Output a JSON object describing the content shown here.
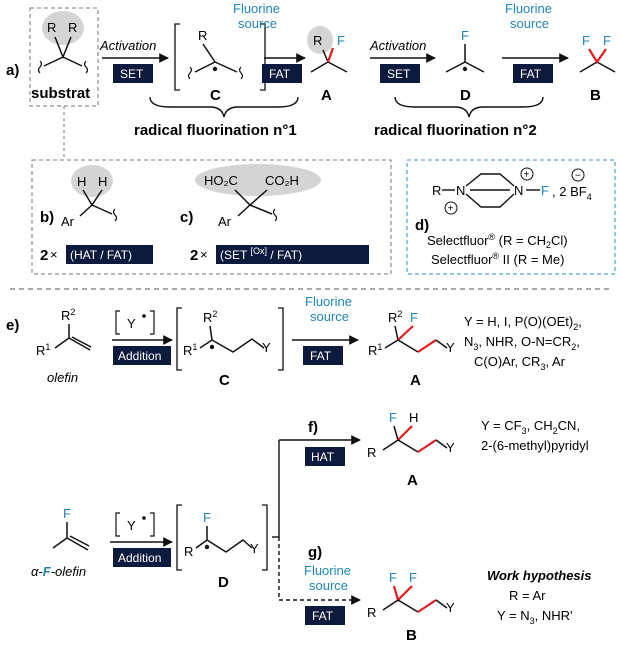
{
  "colors": {
    "fluorine": "#1e86b8",
    "new_bond": "#e8191c",
    "tag_bg": "#0c1a3e",
    "bubble": "#d4d4d4",
    "dashed_box_d": "#2c8fc8",
    "dashed_box": "#777777"
  },
  "panel_a": {
    "label": "a)",
    "substrat": "substrat",
    "step1_over": "Activation",
    "step1_tag": "SET",
    "inter_C": "C",
    "step2_over_1": "Fluorine",
    "step2_over_2": "source",
    "step2_tag": "FAT",
    "product_A": "A",
    "step3_over": "Activation",
    "step3_tag": "SET",
    "inter_D": "D",
    "step4_over_1": "Fluorine",
    "step4_over_2": "source",
    "step4_tag": "FAT",
    "product_B": "B",
    "radical_1": "radical fluorination n°1",
    "radical_2": "radical fluorination n°2"
  },
  "panel_b": {
    "label": "b)",
    "ar": "Ar",
    "h": "H",
    "count": "2",
    "times": " × ",
    "tag": "(HAT / FAT)"
  },
  "panel_c": {
    "label": "c)",
    "ar": "Ar",
    "acid_left": "HO₂C",
    "acid_right": "CO₂H",
    "count": "2",
    "times": " × ",
    "tag_pre": "(SET ",
    "tag_sup": "[Ox]",
    "tag_post": " / FAT)"
  },
  "panel_d": {
    "label": "d)",
    "r": "R",
    "n": "N",
    "f": "F",
    "plus": "+",
    "minus": "−",
    "salt": ", 2 BF",
    "salt_sub": "4",
    "reagent_1": "Selectfluor",
    "reagent_1_sup": "®",
    "reagent_1_tail": " (R = CH",
    "reagent_1_sub": "2",
    "reagent_1_end": "Cl)",
    "reagent_2": "Selectfluor",
    "reagent_2_sup": "®",
    "reagent_2_tail": " II (R = Me)"
  },
  "panel_e": {
    "label": "e)",
    "r1": "R",
    "r1_sup": "1",
    "r2": "R",
    "r2_sup": "2",
    "olefin": "olefin",
    "reagent": "Y",
    "tag": "Addition",
    "y": "Y",
    "inter_C": "C",
    "over_1": "Fluorine",
    "over_2": "source",
    "tag_2": "FAT",
    "f": "F",
    "product_A": "A",
    "y_def_1": "Y = H, I, P(O)(OEt)",
    "y_def_1_sub": "2",
    "y_def_1_end": ",",
    "y_def_2": "N",
    "y_def_2_sub": "3",
    "y_def_2_end": ", NHR, O-N=CR",
    "y_def_2_sub2": "2",
    "y_def_2_end2": ",",
    "y_def_3": "C(O)Ar, CR",
    "y_def_3_sub": "3",
    "y_def_3_end": ", Ar"
  },
  "panel_f": {
    "label": "f)",
    "tag": "HAT",
    "f": "F",
    "h": "H",
    "r": "R",
    "y": "Y",
    "product_A": "A",
    "y_def_1": "Y = CF",
    "y_def_1_sub": "3",
    "y_def_1_end": ", CH",
    "y_def_1_sub2": "2",
    "y_def_1_end2": "CN,",
    "y_def_2": "2-(6-methyl)pyridyl"
  },
  "panel_g": {
    "label": "g)",
    "over_1": "Fluorine",
    "over_2": "source",
    "tag": "FAT",
    "f": "F",
    "r": "R",
    "y": "Y",
    "product_B": "B",
    "hypothesis": "Work hypothesis",
    "hyp_1": "R = Ar",
    "hyp_2": "Y = N",
    "hyp_2_sub": "3",
    "hyp_2_end": ", NHR'"
  },
  "panel_bottom_start": {
    "alpha": "α-",
    "f_letter": "F",
    "olefin_tail": "-olefin",
    "f": "F",
    "reagent": "Y",
    "tag": "Addition",
    "r": "R",
    "y": "Y",
    "inter_D": "D"
  }
}
